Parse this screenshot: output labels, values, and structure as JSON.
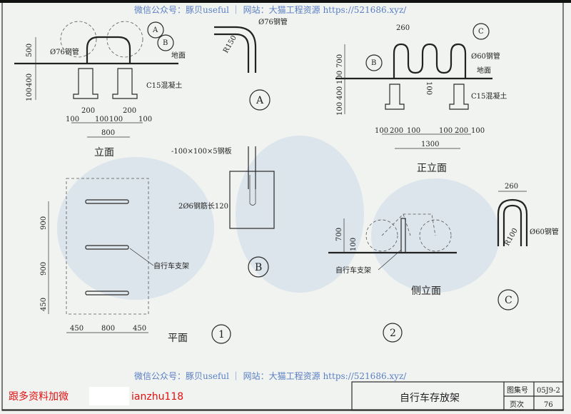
{
  "watermark": "微信公众号：豚贝useful ｜ 网站：大猫工程资源 https://521686.xyz/",
  "promo": {
    "left": "跟多资料加微",
    "right": "ianzhu118"
  },
  "elevation": {
    "title": "立面",
    "dims_vertical": [
      "500",
      "400",
      "100"
    ],
    "pipe": "Ø76钢管",
    "ground": "地面",
    "concrete": "C15混凝土",
    "dims_bottom": [
      "100",
      "200",
      "100",
      "100",
      "200",
      "100"
    ],
    "total": "800",
    "callouts": [
      "A",
      "B"
    ]
  },
  "detail_a": {
    "pipe": "Ø76钢管",
    "radius": "R150",
    "label": "A"
  },
  "detail_b": {
    "plate": "-100×100×5钢板",
    "rebar": "2Ø6钢筋长120",
    "label": "B"
  },
  "plan": {
    "title": "平面",
    "number": "1",
    "dims_vertical": [
      "900",
      "900",
      "450"
    ],
    "rack": "自行车支架",
    "dims_bottom": [
      "450",
      "800",
      "450"
    ]
  },
  "front": {
    "title": "正立面",
    "top": "260",
    "dims_vertical": [
      "700",
      "100",
      "400",
      "100"
    ],
    "center": "100",
    "pipe": "Ø60钢管",
    "ground": "地面",
    "concrete": "C15混凝土",
    "dims_bottom": [
      "100",
      "200",
      "100",
      "100",
      "200",
      "100"
    ],
    "total": "1300",
    "callouts": [
      "B",
      "C"
    ]
  },
  "side": {
    "title": "侧立面",
    "number": "2",
    "dims_vertical": [
      "700",
      "100"
    ],
    "rack": "自行车支架"
  },
  "detail_c": {
    "width": "260",
    "radius": "R100",
    "pipe": "Ø60钢管",
    "label": "C"
  },
  "title_block": {
    "name": "自行车存放架",
    "atlas_label": "图集号",
    "atlas": "05J9-2",
    "page_label": "页次",
    "page": "76"
  }
}
